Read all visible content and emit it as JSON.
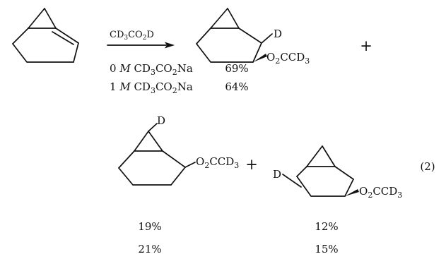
{
  "reactant": {
    "name": "norbornene"
  },
  "reagent": {
    "label": "CD3CO2D",
    "main": "CD",
    "sub1": "3",
    "mid": "CO",
    "sub2": "2",
    "end": "D"
  },
  "conditions": [
    {
      "prefix": "0 ",
      "molar": "M",
      "rest": " CD",
      "sub1": "3",
      "mid": "CO",
      "sub2": "2",
      "end": "Na"
    },
    {
      "prefix": "1 ",
      "molar": "M",
      "rest": " CD",
      "sub1": "3",
      "mid": "CO",
      "sub2": "2",
      "end": "Na"
    }
  ],
  "products": [
    {
      "name": "exo-3-deuterio-2-norbornyl acetate-d3",
      "d_label": "D",
      "ester_main": "O",
      "ester_sub1": "2",
      "ester_mid": "CCD",
      "ester_sub2": "3",
      "yields": [
        "69%",
        "64%"
      ]
    },
    {
      "name": "7-deuterio-2-norbornyl acetate-d3",
      "d_label": "D",
      "ester_main": "O",
      "ester_sub1": "2",
      "ester_mid": "CCD",
      "ester_sub2": "3",
      "yields": [
        "19%",
        "21%"
      ]
    },
    {
      "name": "6-deuterio-2-norbornyl acetate-d3",
      "d_label": "D",
      "ester_main": "O",
      "ester_sub1": "2",
      "ester_mid": "CCD",
      "ester_sub2": "3",
      "yields": [
        "12%",
        "15%"
      ]
    }
  ],
  "plus": "+",
  "equation_number": "(2)"
}
